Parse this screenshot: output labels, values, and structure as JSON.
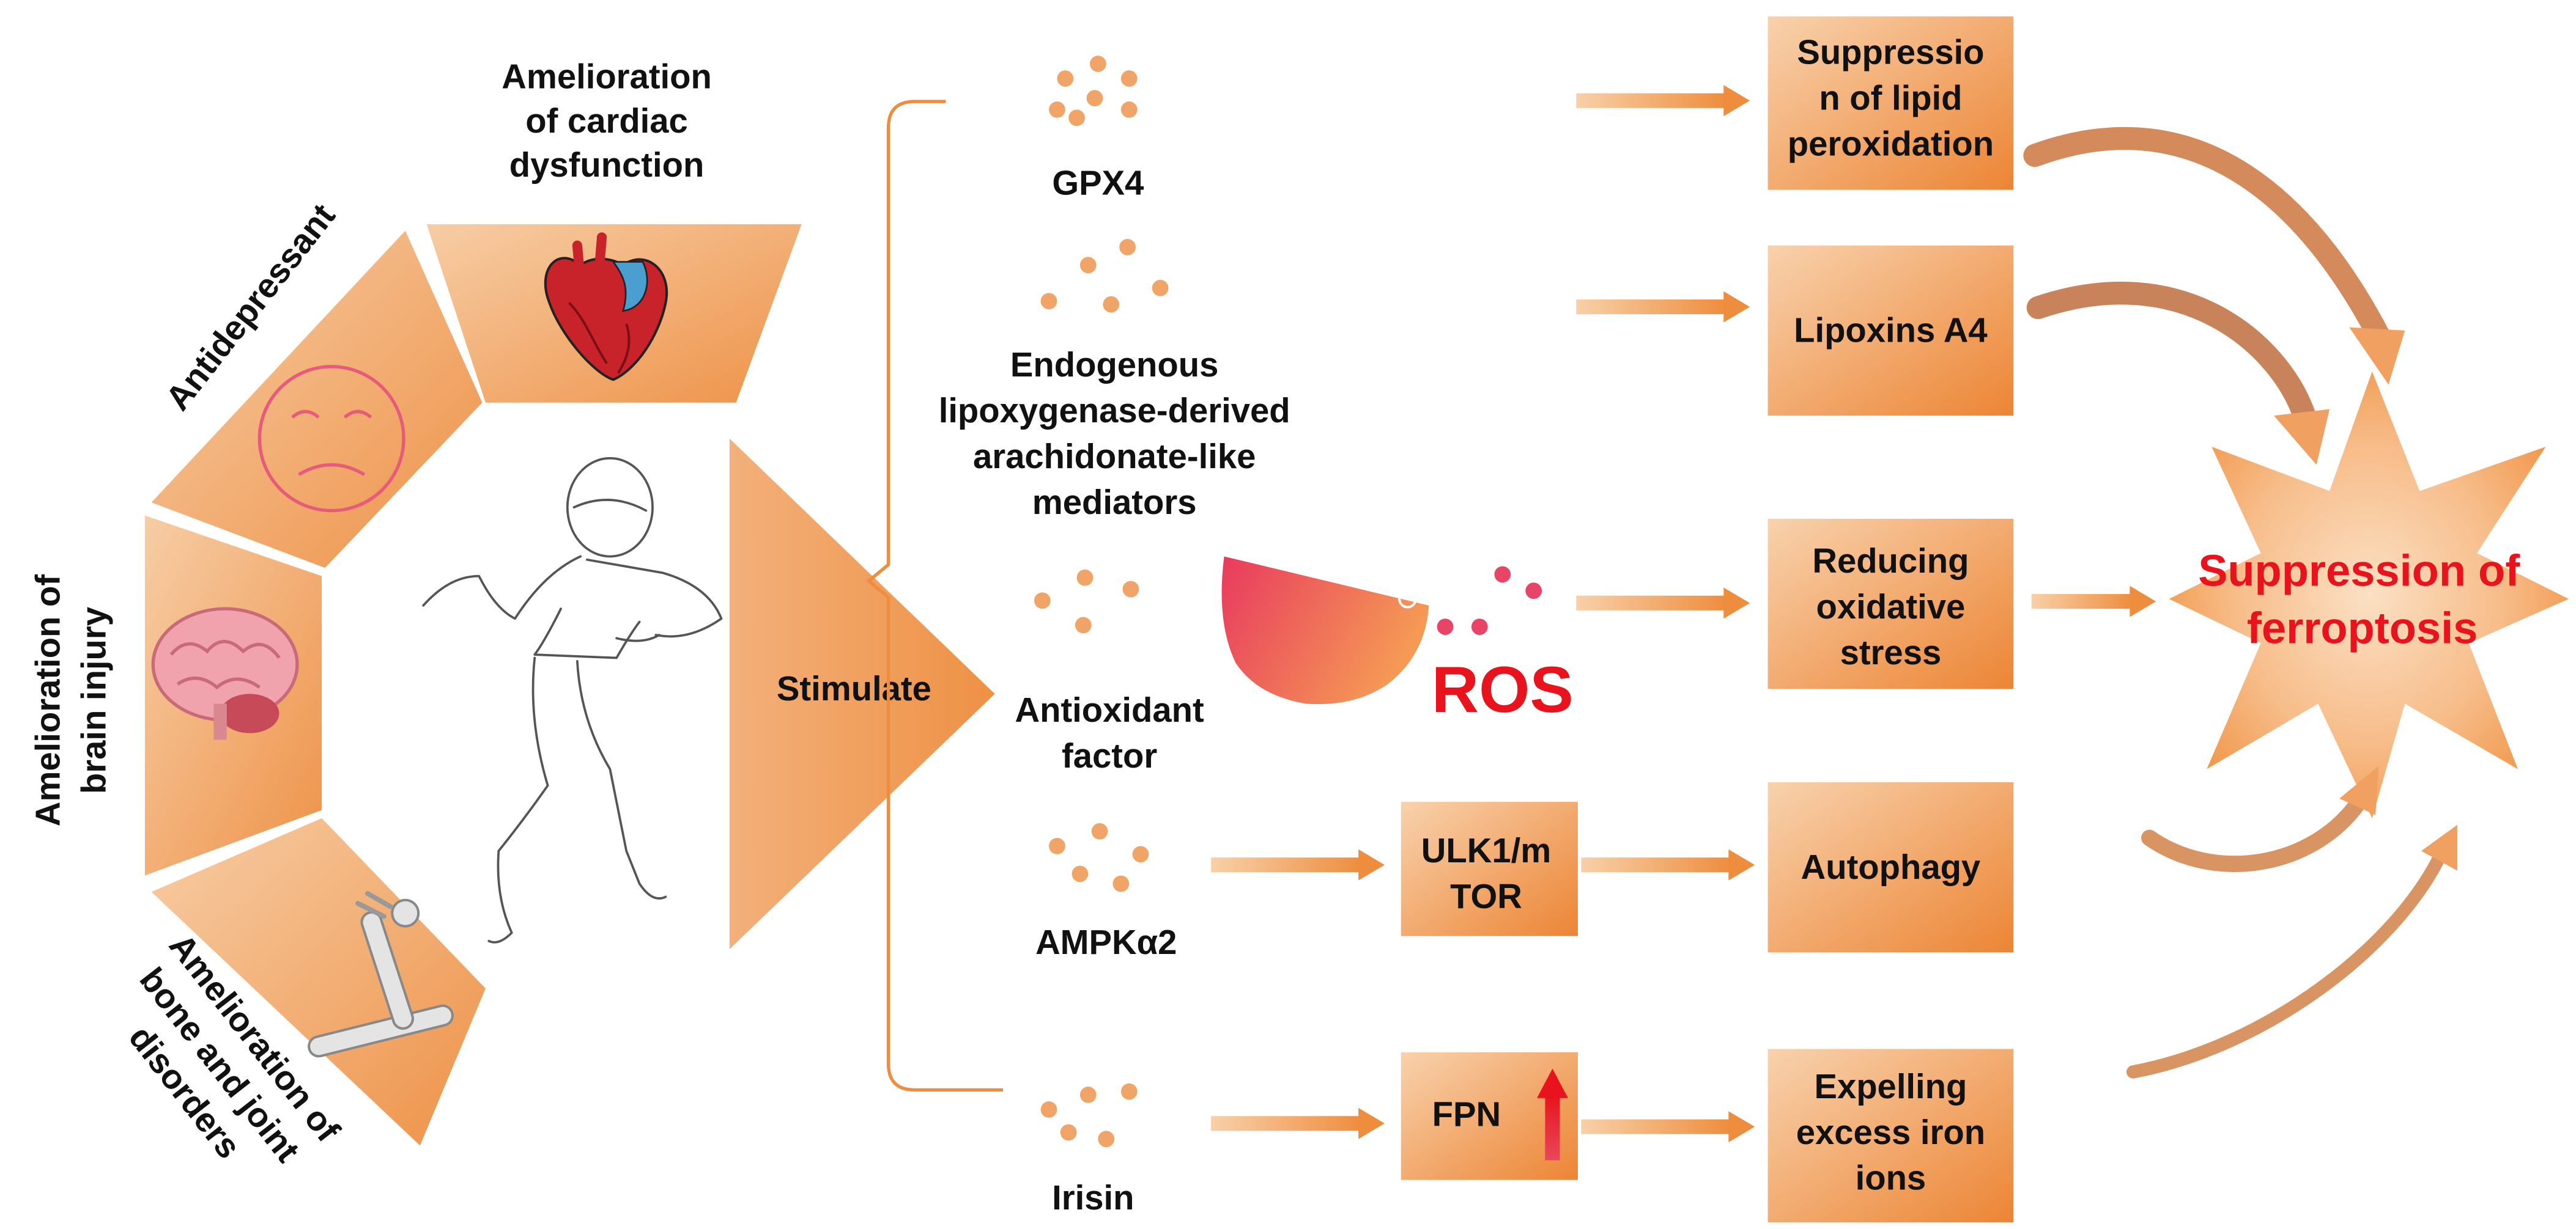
{
  "benefits": {
    "cardiac": [
      "Amelioration",
      "of cardiac",
      "dysfunction"
    ],
    "antidepressant": "Antidepressant",
    "brain": [
      "Amelioration of",
      "brain injury"
    ],
    "bone": [
      "Amelioration of",
      "bone and joint",
      "disorders"
    ]
  },
  "stimulate": "Stimulate",
  "mediators": {
    "gpx4": "GPX4",
    "lipoxygenase": [
      "Endogenous",
      "lipoxygenase-derived",
      "arachidonate-like",
      "mediators"
    ],
    "antioxidant": [
      "Antioxidant",
      "factor"
    ],
    "ros": "ROS",
    "ampk": "AMPKα2",
    "irisin": "Irisin"
  },
  "intermediates": {
    "ulk": [
      "ULK1/m",
      "TOR"
    ],
    "fpn": "FPN"
  },
  "effects": {
    "lipid": [
      "Suppressio",
      "n of lipid",
      "peroxidation"
    ],
    "lipoxins": "Lipoxins A4",
    "oxidative": [
      "Reducing",
      "oxidative",
      "stress"
    ],
    "autophagy": "Autophagy",
    "iron": [
      "Expelling",
      "excess iron",
      "ions"
    ]
  },
  "outcome": [
    "Suppression of",
    "ferroptosis"
  ],
  "colors": {
    "orange_light": "#f6c9a0",
    "orange_dark": "#ee8d3e",
    "arrow": "#f0a060",
    "curved_arrow": "#c9835a",
    "red_text": "#e8131c",
    "ros_gradient_start": "#e83a5e",
    "ros_gradient_end": "#f59a55",
    "pink_dot": "#e84468",
    "dot": "#f0a468"
  },
  "icons": [
    "heart-icon",
    "sad-face-icon",
    "brain-icon",
    "bone-icon",
    "running-person-icon",
    "up-arrow-icon"
  ]
}
